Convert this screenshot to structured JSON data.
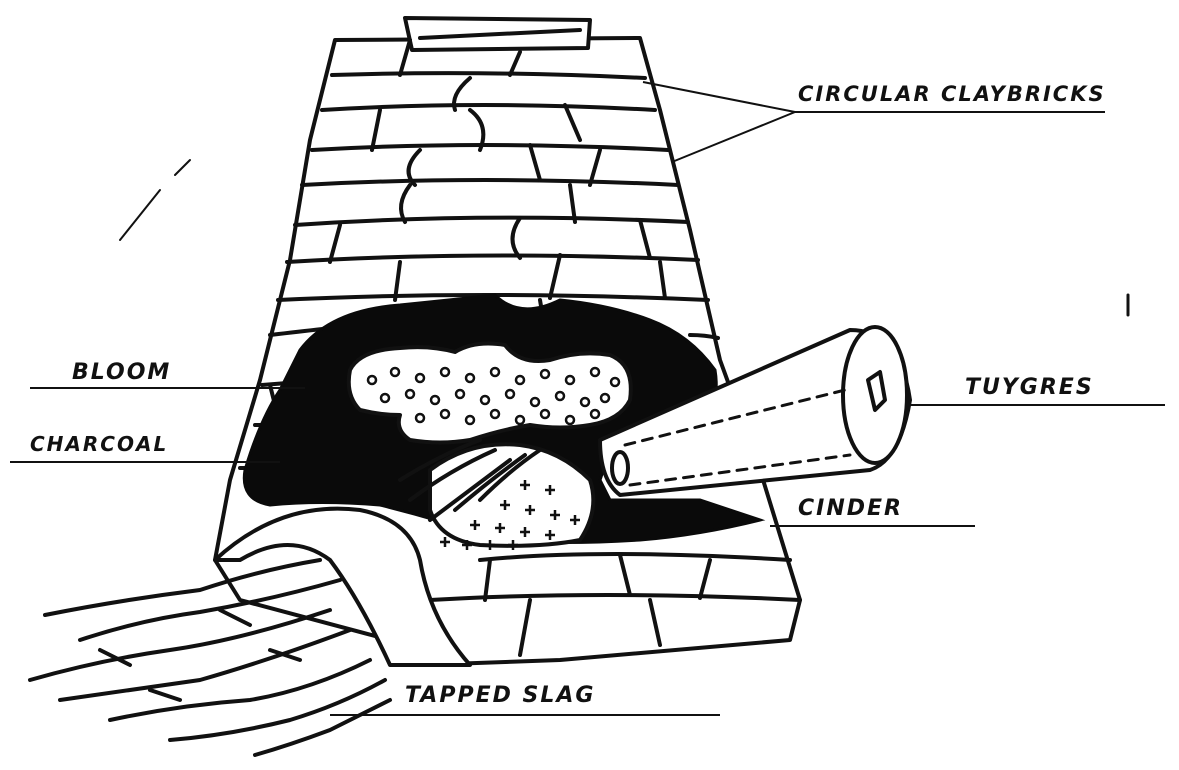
{
  "labels": {
    "circular_claybricks": "CIRCULAR CLAYBRICKS",
    "bloom": "BLOOM",
    "charcoal": "CHARCOAL",
    "tuyeres": "TUYGRES",
    "cinder": "CINDER",
    "tapped_slag": "TAPPED SLAG"
  }
}
